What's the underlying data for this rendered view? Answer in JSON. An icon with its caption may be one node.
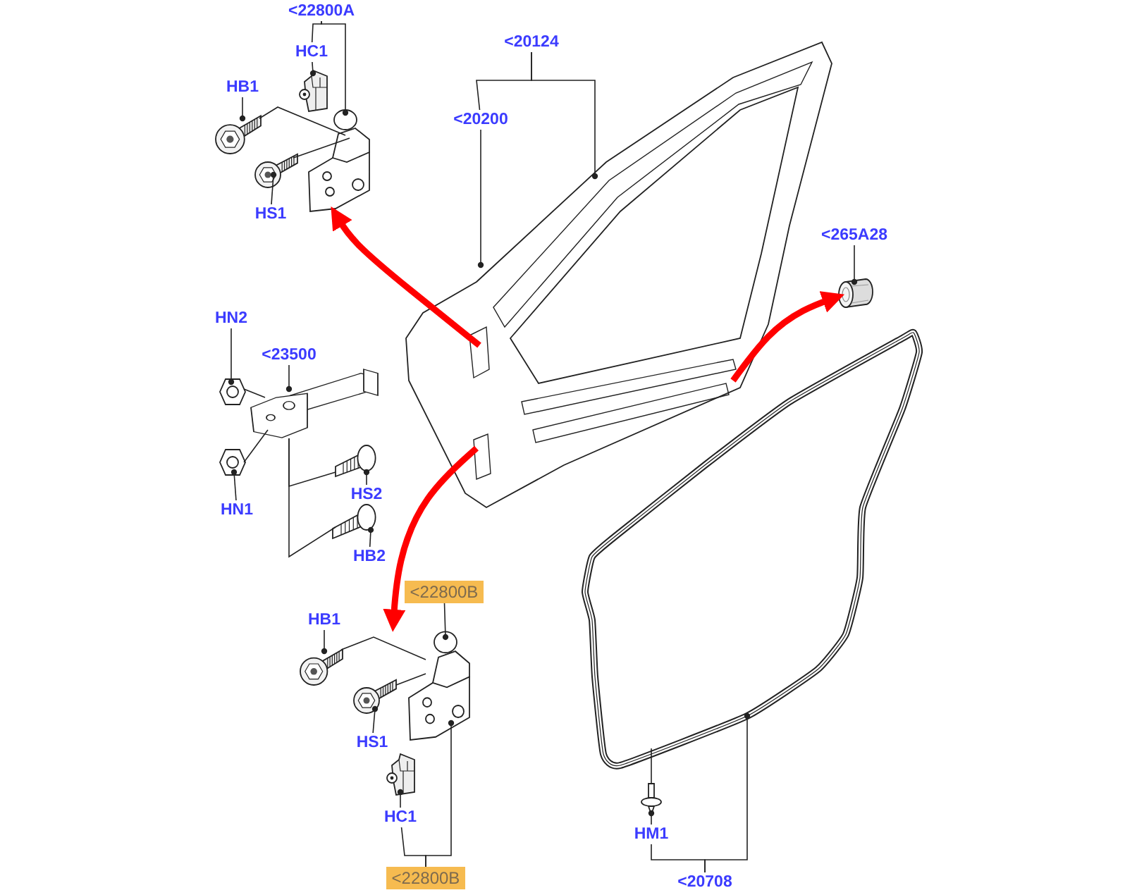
{
  "diagram": {
    "nodes": [
      {
        "text": [
          "<22800A"
        ]
      },
      {
        "text": [
          "HC1"
        ]
      },
      {
        "text": [
          "HB1"
        ]
      },
      {
        "text": [
          "HS1"
        ]
      },
      {
        "text": [],
        "shape": "picture"
      },
      {
        "text": [],
        "shape": "picture"
      },
      {
        "text": [],
        "shape": "picture"
      },
      {
        "text": [],
        "shape": "picture"
      },
      {
        "text": [
          "<20124"
        ]
      },
      {
        "text": [
          "<20200"
        ]
      },
      {
        "text": [],
        "shape": "picture"
      },
      {
        "text": [
          "<265A28"
        ]
      },
      {
        "text": [],
        "shape": "picture"
      },
      {
        "text": [
          "HN2"
        ]
      },
      {
        "text": [
          "<23500"
        ]
      },
      {
        "text": [
          "HN1"
        ]
      },
      {
        "text": [
          "HS2"
        ]
      },
      {
        "text": [
          "HB2"
        ]
      },
      {
        "text": [],
        "shape": "picture"
      },
      {
        "text": [],
        "shape": "picture"
      },
      {
        "text": [],
        "shape": "picture"
      },
      {
        "text": [],
        "shape": "picture"
      },
      {
        "text": [],
        "shape": "picture"
      },
      {
        "text": [
          "<22800B"
        ]
      },
      {
        "text": [
          "HB1"
        ]
      },
      {
        "text": [
          "HS1"
        ]
      },
      {
        "text": [
          "HC1"
        ]
      },
      {
        "text": [
          "<22800B"
        ]
      },
      {
        "text": [],
        "shape": "picture"
      },
      {
        "text": [],
        "shape": "picture"
      },
      {
        "text": [],
        "shape": "picture"
      },
      {
        "text": [],
        "shape": "picture"
      },
      {
        "text": [],
        "shape": "picture"
      },
      {
        "text": [
          "HM1"
        ]
      },
      {
        "text": [],
        "shape": "picture"
      },
      {
        "text": [
          "<20708"
        ]
      }
    ],
    "edges": [
      {
        "from": 0,
        "to": 1,
        "arrow": "none"
      },
      {
        "from": 0,
        "to": 4,
        "arrow": "other"
      },
      {
        "from": 1,
        "to": 5,
        "arrow": "other"
      },
      {
        "from": 2,
        "to": 6,
        "arrow": "other"
      },
      {
        "from": 3,
        "to": 7,
        "arrow": "other"
      },
      {
        "from": 6,
        "to": 4,
        "arrow": "none"
      },
      {
        "from": 7,
        "to": 4,
        "arrow": "none"
      },
      {
        "from": 8,
        "to": 9,
        "arrow": "none"
      },
      {
        "from": 8,
        "to": 10,
        "arrow": "other"
      },
      {
        "from": 9,
        "to": 10,
        "arrow": "other"
      },
      {
        "from": 10,
        "to": 4,
        "arrow": "to",
        "style": "thick",
        "color": "#ff0000"
      },
      {
        "from": 10,
        "to": 28,
        "arrow": "to",
        "style": "thick",
        "color": "#ff0000"
      },
      {
        "from": 10,
        "to": 12,
        "arrow": "to",
        "style": "thick",
        "color": "#ff0000"
      },
      {
        "from": 11,
        "to": 12,
        "arrow": "other"
      },
      {
        "from": 13,
        "to": 19,
        "arrow": "other"
      },
      {
        "from": 14,
        "to": 18,
        "arrow": "other"
      },
      {
        "from": 15,
        "to": 20,
        "arrow": "other"
      },
      {
        "from": 16,
        "to": 21,
        "arrow": "other"
      },
      {
        "from": 17,
        "to": 22,
        "arrow": "other"
      },
      {
        "from": 19,
        "to": 18,
        "arrow": "none"
      },
      {
        "from": 20,
        "to": 18,
        "arrow": "none"
      },
      {
        "from": 21,
        "to": 18,
        "arrow": "none"
      },
      {
        "from": 22,
        "to": 18,
        "arrow": "none"
      },
      {
        "from": 23,
        "to": 28,
        "arrow": "other"
      },
      {
        "from": 24,
        "to": 29,
        "arrow": "other"
      },
      {
        "from": 25,
        "to": 30,
        "arrow": "other"
      },
      {
        "from": 29,
        "to": 28,
        "arrow": "none"
      },
      {
        "from": 30,
        "to": 28,
        "arrow": "none"
      },
      {
        "from": 27,
        "to": 26,
        "arrow": "none"
      },
      {
        "from": 27,
        "to": 28,
        "arrow": "other"
      },
      {
        "from": 26,
        "to": 31,
        "arrow": "other"
      },
      {
        "from": 35,
        "to": 33,
        "arrow": "none"
      },
      {
        "from": 35,
        "to": 32,
        "arrow": "other"
      },
      {
        "from": 33,
        "to": 34,
        "arrow": "other"
      },
      {
        "from": 34,
        "to": 32,
        "arrow": "none"
      }
    ]
  }
}
